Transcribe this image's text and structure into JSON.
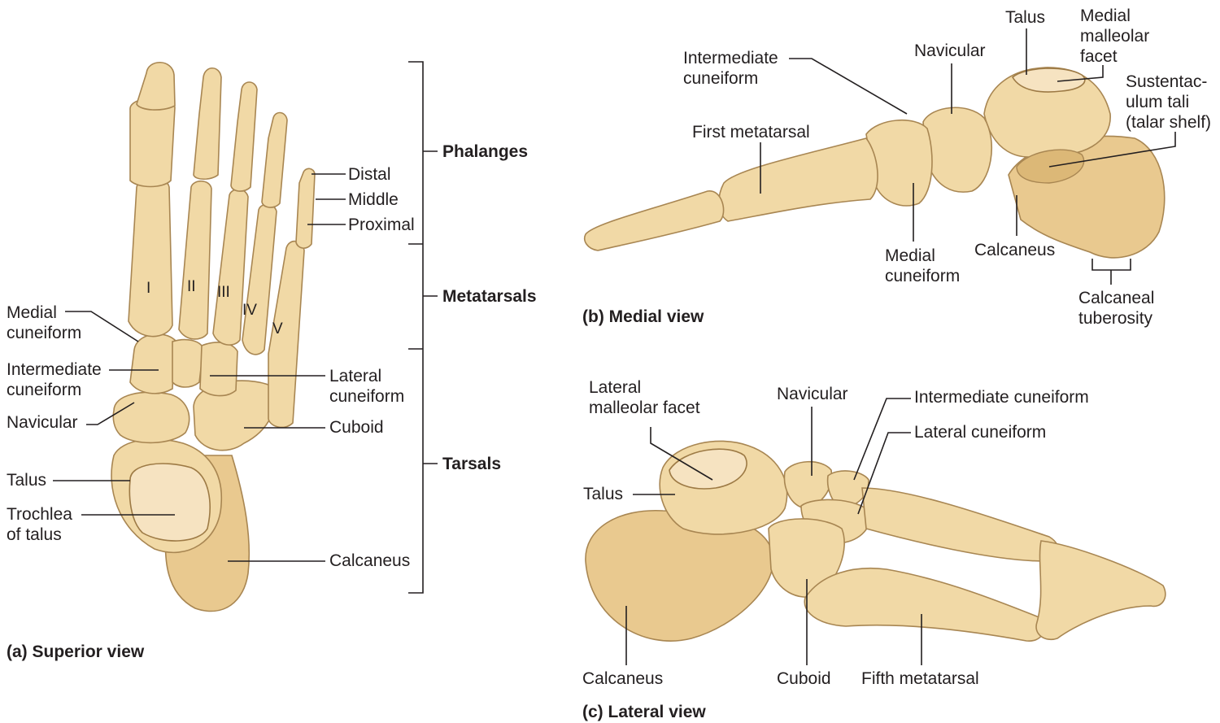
{
  "panels": {
    "superior": {
      "caption": "(a) Superior view",
      "roman": [
        "I",
        "II",
        "III",
        "IV",
        "V"
      ],
      "left_labels": {
        "medial_cuneiform": [
          "Medial",
          "cuneiform"
        ],
        "intermediate_cuneiform": [
          "Intermediate",
          "cuneiform"
        ],
        "navicular": "Navicular",
        "talus": "Talus",
        "trochlea": [
          "Trochlea",
          "of talus"
        ]
      },
      "right_labels": {
        "distal": "Distal",
        "middle": "Middle",
        "proximal": "Proximal",
        "lateral_cuneiform": [
          "Lateral",
          "cuneiform"
        ],
        "cuboid": "Cuboid",
        "calcaneus": "Calcaneus"
      },
      "groups": {
        "phalanges": "Phalanges",
        "metatarsals": "Metatarsals",
        "tarsals": "Tarsals"
      }
    },
    "medial": {
      "caption": "(b) Medial view",
      "labels": {
        "intermediate_cuneiform": [
          "Intermediate",
          "cuneiform"
        ],
        "first_metatarsal": "First metatarsal",
        "navicular": "Navicular",
        "talus": "Talus",
        "medial_malleolar_facet": [
          "Medial",
          "malleolar",
          "facet"
        ],
        "sustentaculum": [
          "Sustentac-",
          "ulum tali",
          "(talar shelf)"
        ],
        "medial_cuneiform": [
          "Medial",
          "cuneiform"
        ],
        "calcaneus": "Calcaneus",
        "calcaneal_tuberosity": [
          "Calcaneal",
          "tuberosity"
        ]
      }
    },
    "lateral": {
      "caption": "(c) Lateral view",
      "labels": {
        "lateral_malleolar_facet": [
          "Lateral",
          "malleolar facet"
        ],
        "navicular": "Navicular",
        "intermediate_cuneiform": "Intermediate cuneiform",
        "lateral_cuneiform": "Lateral cuneiform",
        "talus": "Talus",
        "calcaneus": "Calcaneus",
        "cuboid": "Cuboid",
        "fifth_metatarsal": "Fifth metatarsal"
      }
    }
  },
  "colors": {
    "bone": "#f1d9a6",
    "bone_shadow": "#dcb877",
    "outline": "#a88652",
    "text": "#231f20"
  }
}
